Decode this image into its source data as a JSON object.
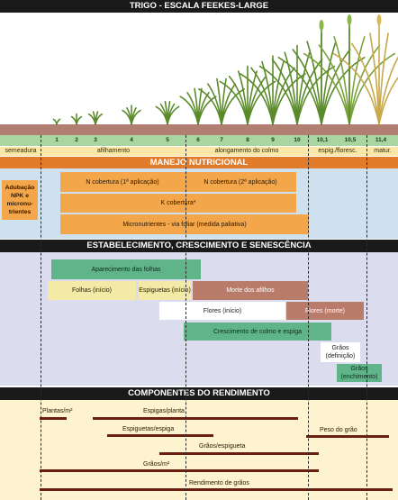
{
  "title": "TRIGO - ESCALA FEEKES-LARGE",
  "stages": [
    "1",
    "2",
    "3",
    "4",
    "5",
    "6",
    "7",
    "8",
    "9",
    "10",
    "10,1",
    "10,5",
    "11,4"
  ],
  "phases": [
    "semeadura",
    "afilhamento",
    "alongamento do colmo",
    "espig./floresc.",
    "matur."
  ],
  "sections": {
    "nutrition": "MANEJO NUTRICIONAL",
    "growth": "ESTABELECIMENTO, CRESCIMENTO E SENESCÊNCIA",
    "yield": "COMPONENTES DO RENDIMENTO"
  },
  "nutrition": {
    "side_label": "Adubação NPK e micronu-trientes",
    "n1": "N cobertura (1ª aplicação)",
    "n2": "N cobertura (2ª aplicação)",
    "k": "K cobertura*",
    "micro": "Micronutrientes - via foliar (medida paliativa)"
  },
  "growth": {
    "leaves_appearance": "Aparecimento das folhas",
    "leaves_start": "Folhas (início)",
    "spikelets_start": "Espiguetas (início)",
    "tiller_death": "Morte dos afilhos",
    "flowers_start": "Flores (início)",
    "flowers_death": "Flores (morte)",
    "stem_growth": "Crescimento de colmo e espiga",
    "grain_definition": "Grãos (definição)",
    "grain_filling": "Grãos (enchimento)"
  },
  "yield": {
    "plants": "Plantas/m²",
    "spikes": "Espigas/planta",
    "spikelets": "Espiguetas/espiga",
    "grain_weight": "Peso do grão",
    "grains_spikelet": "Grãos/espigueta",
    "grains_m2": "Grãos/m²",
    "grain_yield": "Rendimento de grãos"
  },
  "colors": {
    "dark_band": "#1a1a1a",
    "orange_band": "#e07c2c",
    "orange_box": "#f4a64a",
    "green_box": "#5fb48a",
    "yellow_box": "#f2eaa6",
    "brown_box": "#b97c6a",
    "nutrition_bg": "#cfe1ee",
    "growth_bg": "#dcdcef",
    "yield_bg": "#fdf3cf",
    "soil": "#b17e72",
    "stage_bar": "#a9d6a0",
    "bar": "#6b1f12"
  }
}
